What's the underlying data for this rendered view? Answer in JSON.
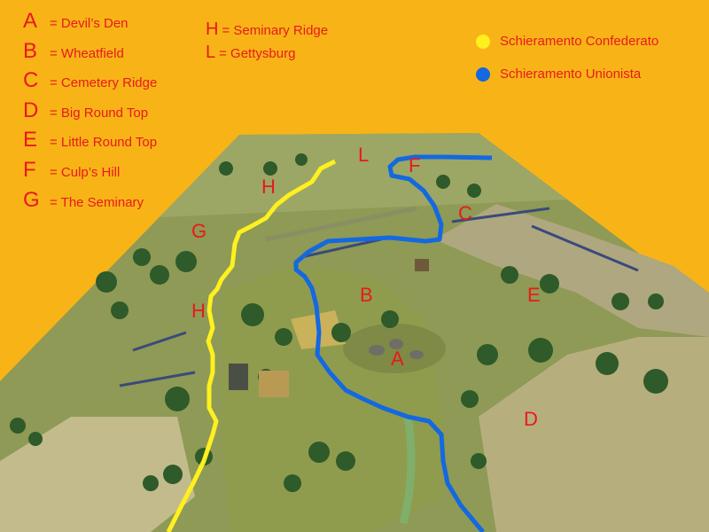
{
  "key": [
    {
      "letter": "A",
      "text": "= Devil’s Den"
    },
    {
      "letter": "B",
      "text": "= Wheatfield"
    },
    {
      "letter": "C",
      "text": "= Cemetery Ridge"
    },
    {
      "letter": "D",
      "text": "= Big Round Top"
    },
    {
      "letter": "E",
      "text": "= Little Round Top"
    },
    {
      "letter": "F",
      "text": "= Culp’s Hill"
    },
    {
      "letter": "G",
      "text": "= The Seminary"
    },
    {
      "letter": "H",
      "text": "= Seminary Ridge"
    },
    {
      "letter": "L",
      "text": "= Gettysburg"
    }
  ],
  "legend": [
    {
      "label": "Schieramento Confederato",
      "color": "#FFF01E"
    },
    {
      "label": "Schieramento Unionista",
      "color": "#1468E0"
    }
  ],
  "map_labels": {
    "A": "A",
    "B": "B",
    "C": "C",
    "D": "D",
    "E": "E",
    "F": "F",
    "G": "G",
    "H_top": "H",
    "H_bottom": "H",
    "L": "L"
  }
}
